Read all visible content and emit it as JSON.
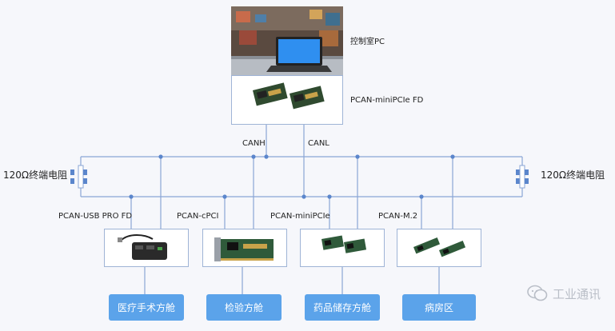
{
  "nodes": {
    "pc": "控制室PC",
    "card": "PCAN-miniPCIe FD",
    "canh": "CANH",
    "canl": "CANL",
    "term_left": "120Ω终端电阻",
    "term_right": "120Ω终端电阻"
  },
  "devices": [
    {
      "label": "PCAN-USB PRO FD",
      "ward": "医疗手术方舱"
    },
    {
      "label": "PCAN-cPCI",
      "ward": "检验方舱"
    },
    {
      "label": "PCAN-miniPCIe",
      "ward": "药品储存方舱"
    },
    {
      "label": "PCAN-M.2",
      "ward": "病房区"
    }
  ],
  "watermark": "工业通讯",
  "colors": {
    "line": "#8aa6d6",
    "node": "#5b86cc",
    "ward": "#5ba3ea"
  }
}
